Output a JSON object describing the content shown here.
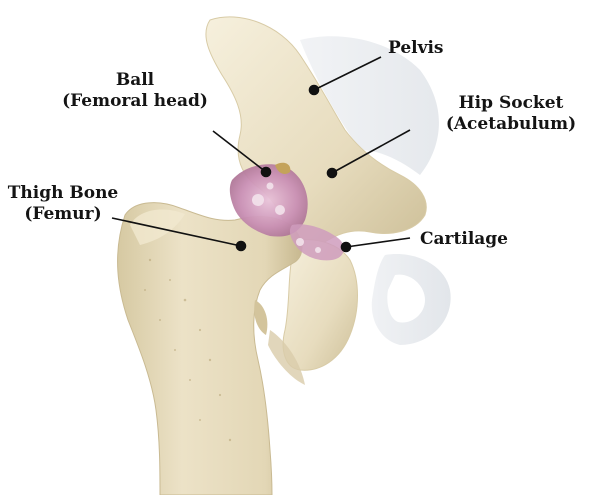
{
  "labels": {
    "pelvis": {
      "text": "Pelvis"
    },
    "ball": {
      "line1": "Ball",
      "line2": "(Femoral head)"
    },
    "hip_socket": {
      "line1": "Hip Socket",
      "line2": "(Acetabulum)"
    },
    "thigh_bone": {
      "line1": "Thigh Bone",
      "line2": "(Femur)"
    },
    "cartilage": {
      "text": "Cartilage"
    }
  },
  "colors": {
    "bone": "#e6dcc0",
    "bone_shadow": "#cbbf9a",
    "damaged_cartilage": "#c98fb4",
    "line": "#111111"
  }
}
